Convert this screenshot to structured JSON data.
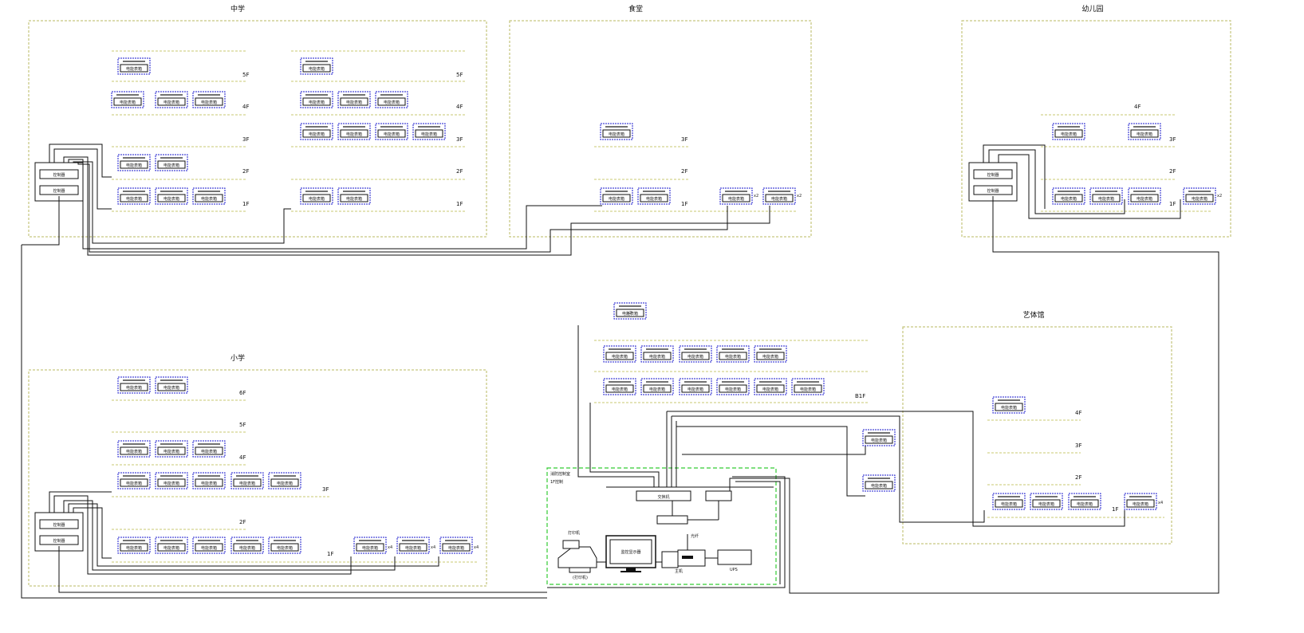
{
  "diagram": {
    "colors": {
      "zone_border": "#b8b860",
      "floor_line": "#c8c870",
      "device_border": "#1a1acc",
      "wire": "#111111",
      "control_room_border": "#33cc33"
    },
    "zones": [
      {
        "id": "middle-school",
        "title": "中学",
        "floors": [
          "5F",
          "4F",
          "3F",
          "2F",
          "1F"
        ],
        "controller_labels": [
          "控制器",
          "控制器"
        ]
      },
      {
        "id": "canteen",
        "title": "食堂",
        "floors": [
          "3F",
          "2F",
          "1F"
        ]
      },
      {
        "id": "kindergarten",
        "title": "幼儿园",
        "floors": [
          "4F",
          "3F",
          "2F",
          "1F"
        ],
        "controller_labels": [
          "控制器",
          "控制器"
        ]
      },
      {
        "id": "primary-school",
        "title": "小学",
        "floors": [
          "6F",
          "5F",
          "4F",
          "3F",
          "2F",
          "1F"
        ],
        "controller_labels": [
          "控制器",
          "控制器"
        ]
      },
      {
        "id": "gym",
        "title": "艺体馆",
        "floors": [
          "4F",
          "3F",
          "2F",
          "1F"
        ]
      }
    ],
    "central": {
      "basement_floor": "B1F",
      "control_room_title": "消防控制室",
      "control_room_subtitle": "1F控制",
      "printer_label": "打印机",
      "printer_sub": "(打印机)",
      "host_label": "主机",
      "ups_label": "UPS",
      "monitor_text": "监控显示器",
      "switch_label": "交换机",
      "link_label": "光纤"
    },
    "device_caption": "电能表箱",
    "multiplier_marks": [
      "x2",
      "x4"
    ]
  }
}
